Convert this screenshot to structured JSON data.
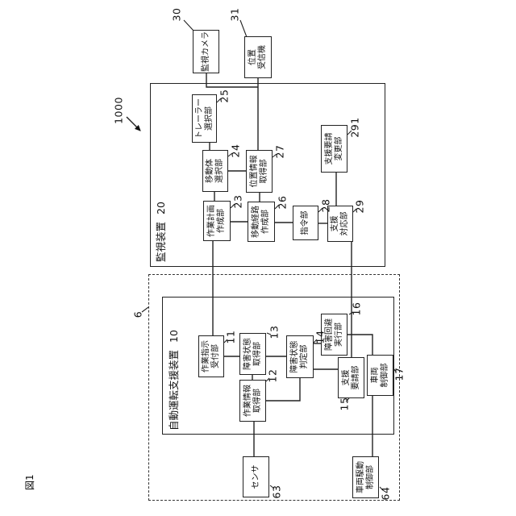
{
  "figure": {
    "caption": "図1",
    "system_ref": "1000"
  },
  "containers": {
    "monitor": {
      "title": "監視装置",
      "ref": "20"
    },
    "device": {
      "title": "自動運転支援装置",
      "ref": "10"
    },
    "vehicle_area": {
      "ref": "6"
    }
  },
  "nodes": {
    "camera": {
      "label": "監視カメラ",
      "ref": "30"
    },
    "receiver": {
      "label": "位置\n受信機",
      "ref": "31"
    },
    "trailer_select": {
      "label": "トレーラー\n選択部",
      "ref": "25"
    },
    "mobile_select": {
      "label": "移動体\n選択部",
      "ref": "24"
    },
    "work_plan": {
      "label": "作業計画\n作成部",
      "ref": "23"
    },
    "position_info": {
      "label": "位置情報\n取得部",
      "ref": "27"
    },
    "route_create": {
      "label": "移動経路\n作成部",
      "ref": "26"
    },
    "command": {
      "label": "指令部",
      "ref": "28"
    },
    "support_response": {
      "label": "支援\n対応部",
      "ref": "29"
    },
    "support_request_change": {
      "label": "支援要請\n変更部",
      "ref": "291"
    },
    "work_instruction": {
      "label": "作業指示\n受付部",
      "ref": "11"
    },
    "work_info": {
      "label": "作業情報\n取得部",
      "ref": "12"
    },
    "fault_state_get": {
      "label": "障害状態\n取得部",
      "ref": "13"
    },
    "fault_state_judge": {
      "label": "障害状態\n判定部",
      "ref": "14"
    },
    "support_request": {
      "label": "支援\n要請部",
      "ref": "15"
    },
    "fault_avoid_exec": {
      "label": "障害回避\n実行部",
      "ref": "16"
    },
    "vehicle_control": {
      "label": "車両\n制御部",
      "ref": "17"
    },
    "sensor": {
      "label": "センサ",
      "ref": "63"
    },
    "vehicle_drive_control": {
      "label": "車両駆動\n制御部",
      "ref": "64"
    }
  }
}
